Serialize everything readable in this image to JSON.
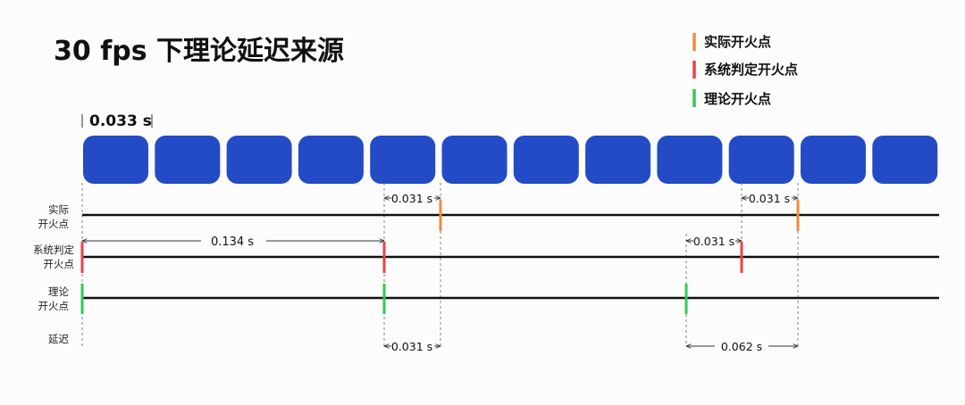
{
  "title": "30 fps 下理论延迟来源",
  "legend": [
    {
      "label": "实际开火点",
      "color": "#f28a3c"
    },
    {
      "label": "系统判定开火点",
      "color": "#e8434b"
    },
    {
      "label": "理论开火点",
      "color": "#34c759"
    }
  ],
  "frame_interval_label": "0.033 s",
  "frame_count": 12,
  "frame_color": "#234bc6",
  "rows": [
    {
      "line1": "实际",
      "line2": "开火点"
    },
    {
      "line1": "系统判定",
      "line2": "开火点"
    },
    {
      "line1": "理论",
      "line2": "开火点"
    },
    {
      "line1": "延迟",
      "line2": ""
    }
  ],
  "intervals": {
    "actual_1": "0.031 s",
    "actual_2": "0.031 s",
    "system_span": "0.134 s",
    "system_2": "0.031 s",
    "delay_1": "0.031 s",
    "delay_2": "0.062 s"
  }
}
